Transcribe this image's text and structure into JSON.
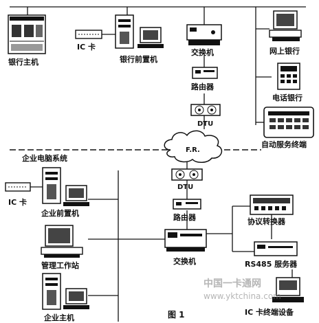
{
  "labels": {
    "bank_host": "银行主机",
    "ic_card_bank": "IC 卡",
    "bank_front": "银行前置机",
    "switch_top": "交换机",
    "router_top": "路由器",
    "dtu_top": "DTU",
    "online_bank": "网上银行",
    "phone_bank": "电话银行",
    "self_service": "自动服务终端",
    "frame_relay": "F.R.",
    "enterprise_system": "企业电脑系统",
    "ic_card_ent": "IC 卡",
    "ent_front": "企业前置机",
    "dtu_bottom": "DTU",
    "router_bottom": "路由器",
    "protocol_converter": "协议转换器",
    "mgmt_station": "管理工作站",
    "switch_bottom": "交换机",
    "rs485_server": "RS485 服务器",
    "ent_host": "企业主机",
    "ic_terminal": "IC 卡终端设备",
    "figure_caption": "图 1"
  },
  "watermark": {
    "line1": "中国一卡通网",
    "line2": "www.yktchina.com"
  },
  "colors": {
    "ink": "#111111",
    "paper": "#ffffff",
    "watermark": "#7a7a7a"
  }
}
